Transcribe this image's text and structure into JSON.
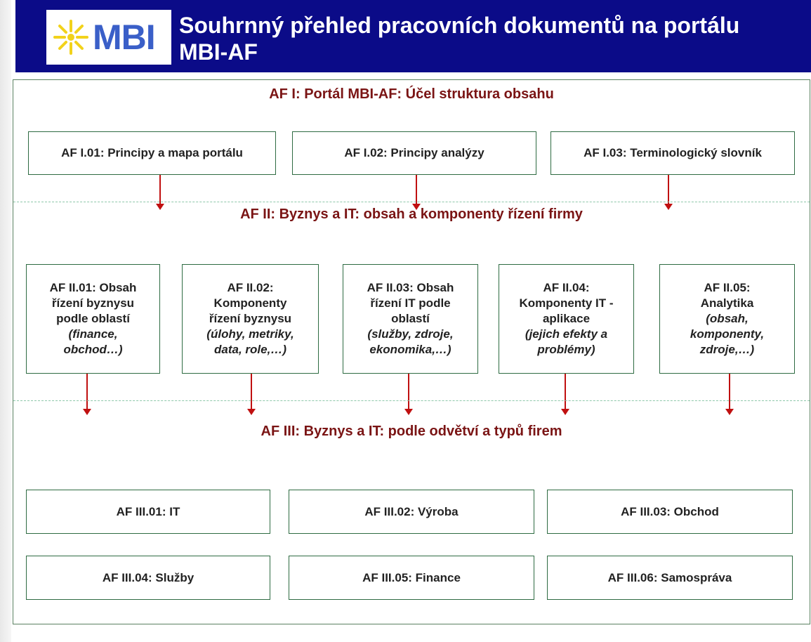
{
  "header": {
    "logo_text": "MBI",
    "title_line1": "Souhrnný přehled pracovních dokumentů na portálu",
    "title_line2": "MBI-AF"
  },
  "sections": [
    {
      "title": "AF I: Portál MBI-AF: Účel struktura obsahu",
      "boxes": [
        {
          "label": "AF I.01: Principy a mapa portálu"
        },
        {
          "label": "AF I.02: Principy analýzy"
        },
        {
          "label": "AF I.03: Terminologický slovník"
        }
      ]
    },
    {
      "title": "AF II:  Byznys a IT: obsah a komponenty řízení firmy",
      "boxes": [
        {
          "lines": [
            "AF II.01: Obsah",
            "řízení byznysu",
            "podle oblastí"
          ],
          "note": [
            "(finance,",
            "obchod…)"
          ]
        },
        {
          "lines": [
            "AF II.02:",
            "Komponenty",
            "řízení byznysu"
          ],
          "note": [
            "(úlohy, metriky,",
            "data, role,…)"
          ]
        },
        {
          "lines": [
            "AF II.03: Obsah",
            "řízení IT podle",
            "oblastí"
          ],
          "note": [
            "(služby, zdroje,",
            "ekonomika,…)"
          ]
        },
        {
          "lines": [
            "AF II.04:",
            "Komponenty IT -",
            "aplikace"
          ],
          "note": [
            "(jejich efekty a",
            "problémy)"
          ]
        },
        {
          "lines": [
            "AF II.05:",
            "Analytika"
          ],
          "note": [
            "(obsah,",
            "komponenty,",
            "zdroje,…)"
          ]
        }
      ]
    },
    {
      "title": "AF III: Byznys a IT: podle odvětví a typů firem",
      "boxes": [
        {
          "label": "AF III.01: IT"
        },
        {
          "label": "AF III.02: Výroba"
        },
        {
          "label": "AF III.03: Obchod"
        },
        {
          "label": "AF III.04: Služby"
        },
        {
          "label": "AF III.05: Finance"
        },
        {
          "label": "AF III.06: Samospráva"
        }
      ]
    }
  ]
}
